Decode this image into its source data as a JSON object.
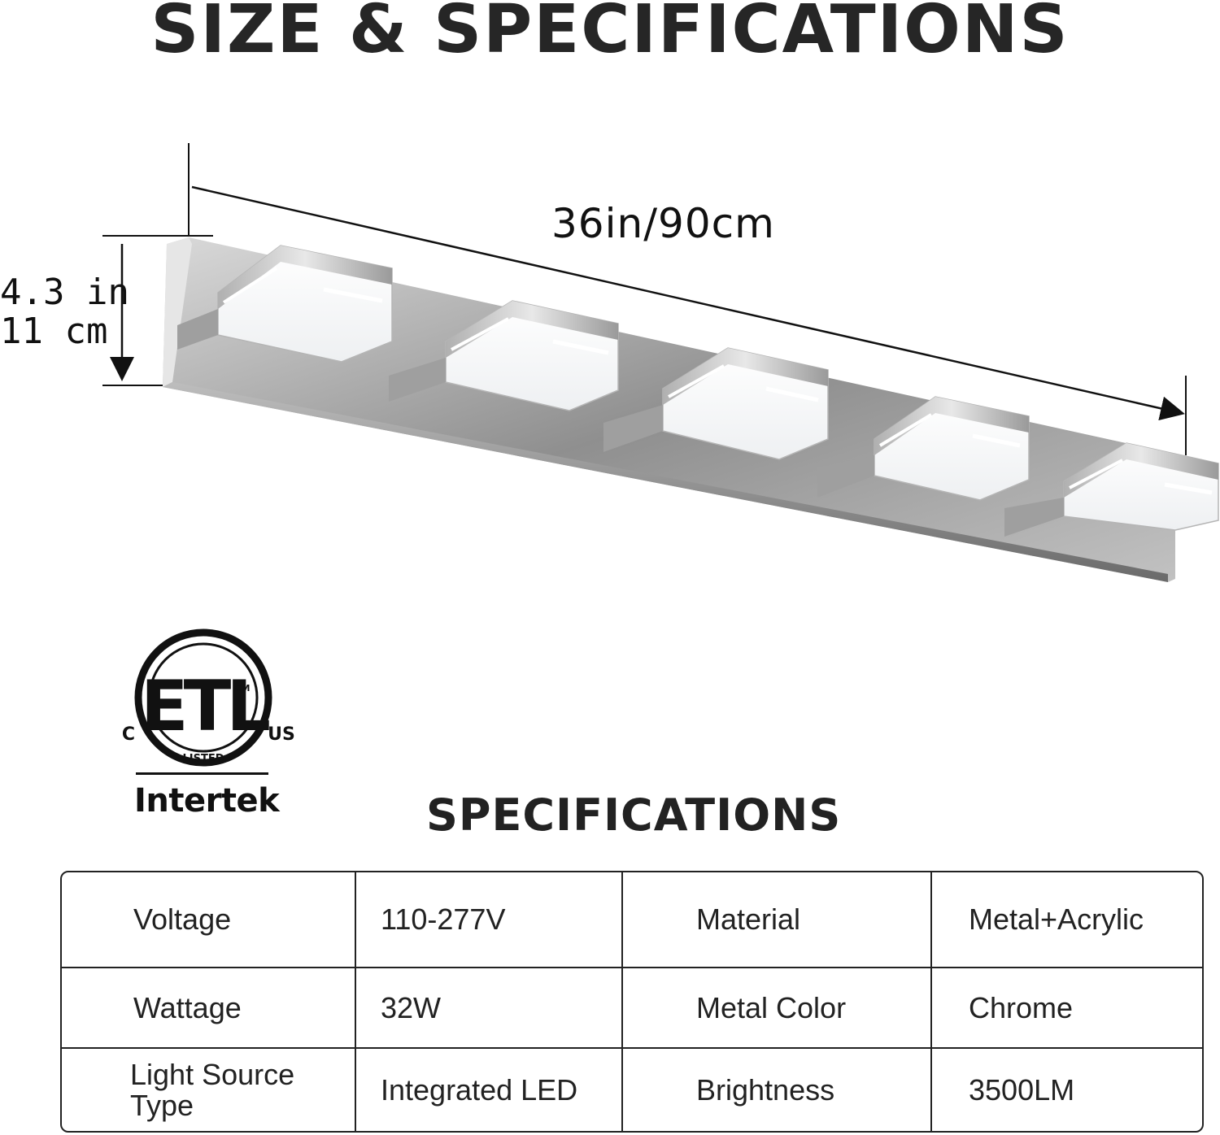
{
  "header": {
    "title": "SIZE & SPECIFICATIONS"
  },
  "dimensions": {
    "width": "36in/90cm",
    "height_in": "4.3 in",
    "height_cm": "11 cm"
  },
  "certification": {
    "mark": "ETL",
    "sub": "CM",
    "left": "C",
    "right": "US",
    "listed": "LISTED",
    "brand": "Intertek"
  },
  "specs": {
    "title": "SPECIFICATIONS",
    "rows": [
      {
        "label1": "Voltage",
        "value1": "110-277V",
        "label2": "Material",
        "value2": "Metal+Acrylic"
      },
      {
        "label1": "Wattage",
        "value1": "32W",
        "label2": "Metal Color",
        "value2": "Chrome"
      },
      {
        "label1": "Light Source Type",
        "value1": "Integrated LED",
        "label2": "Brightness",
        "value2": "3500LM"
      }
    ]
  }
}
